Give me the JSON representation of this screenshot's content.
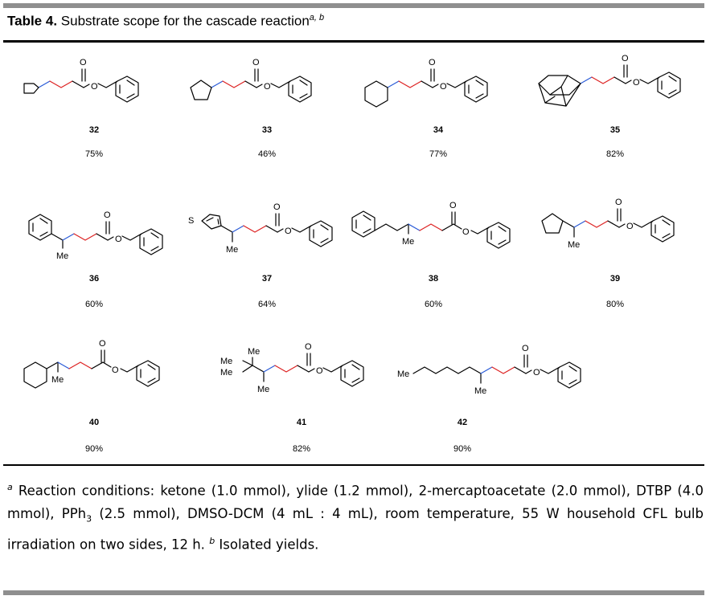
{
  "table": {
    "label": "Table 4.",
    "title": " Substrate scope for the cascade reaction",
    "title_sup": "a, b"
  },
  "compounds": [
    {
      "id": "32",
      "yield": "75%",
      "ring": "cyclobutyl"
    },
    {
      "id": "33",
      "yield": "46%",
      "ring": "cyclopentyl"
    },
    {
      "id": "34",
      "yield": "77%",
      "ring": "cyclohexyl"
    },
    {
      "id": "35",
      "yield": "82%",
      "ring": "adamantyl"
    },
    {
      "id": "36",
      "yield": "60%",
      "ring": "phenyl"
    },
    {
      "id": "37",
      "yield": "64%",
      "ring": "thiophen-3-yl"
    },
    {
      "id": "38",
      "yield": "60%",
      "ring": "phenethyl"
    },
    {
      "id": "39",
      "yield": "80%",
      "ring": "cyclopentyl"
    },
    {
      "id": "40",
      "yield": "90%",
      "ring": "cyclohexyl"
    },
    {
      "id": "41",
      "yield": "82%",
      "ring": "tert-butyl"
    },
    {
      "id": "42",
      "yield": "90%",
      "ring": "n-hexyl"
    }
  ],
  "atoms": {
    "oxygen": "O",
    "methyl": "Me",
    "sulfur": "S"
  },
  "footnote": {
    "a_mark": "a",
    "a_text_1": " Reaction conditions: ketone (1.0 mmol), ylide (1.2 mmol), 2-mercaptoacetate (2.0 mmol), DTBP (4.0 mmol), PPh",
    "a_sub": "3",
    "a_text_2": " (2.5 mmol), DMSO-DCM (4 mL : 4 mL), room temperature, 55 W household CFL bulb irradiation on two sides, 12 h.",
    "b_mark": "b",
    "b_text": " Isolated yields."
  },
  "colors": {
    "rule_gray": "#8f8f8f",
    "bond_red": "#d22",
    "bond_blue": "#2a5bd7"
  }
}
